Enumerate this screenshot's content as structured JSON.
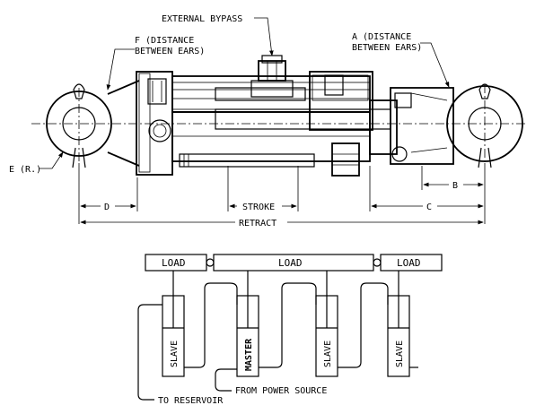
{
  "cylinder": {
    "labels": {
      "external_bypass": "EXTERNAL BYPASS",
      "f_distance_1": "F (DISTANCE",
      "f_distance_2": "BETWEEN EARS)",
      "a_distance_1": "A (DISTANCE",
      "a_distance_2": "BETWEEN EARS)",
      "e_radius": "E (R.)",
      "d": "D",
      "stroke": "STROKE",
      "b": "B",
      "c": "C",
      "retract": "RETRACT"
    }
  },
  "schematic": {
    "loads": [
      "LOAD",
      "LOAD",
      "LOAD"
    ],
    "cylinders": [
      "SLAVE",
      "MASTER",
      "SLAVE",
      "SLAVE"
    ],
    "from_power_source": "FROM POWER SOURCE",
    "to_reservoir": "TO RESERVOIR"
  }
}
